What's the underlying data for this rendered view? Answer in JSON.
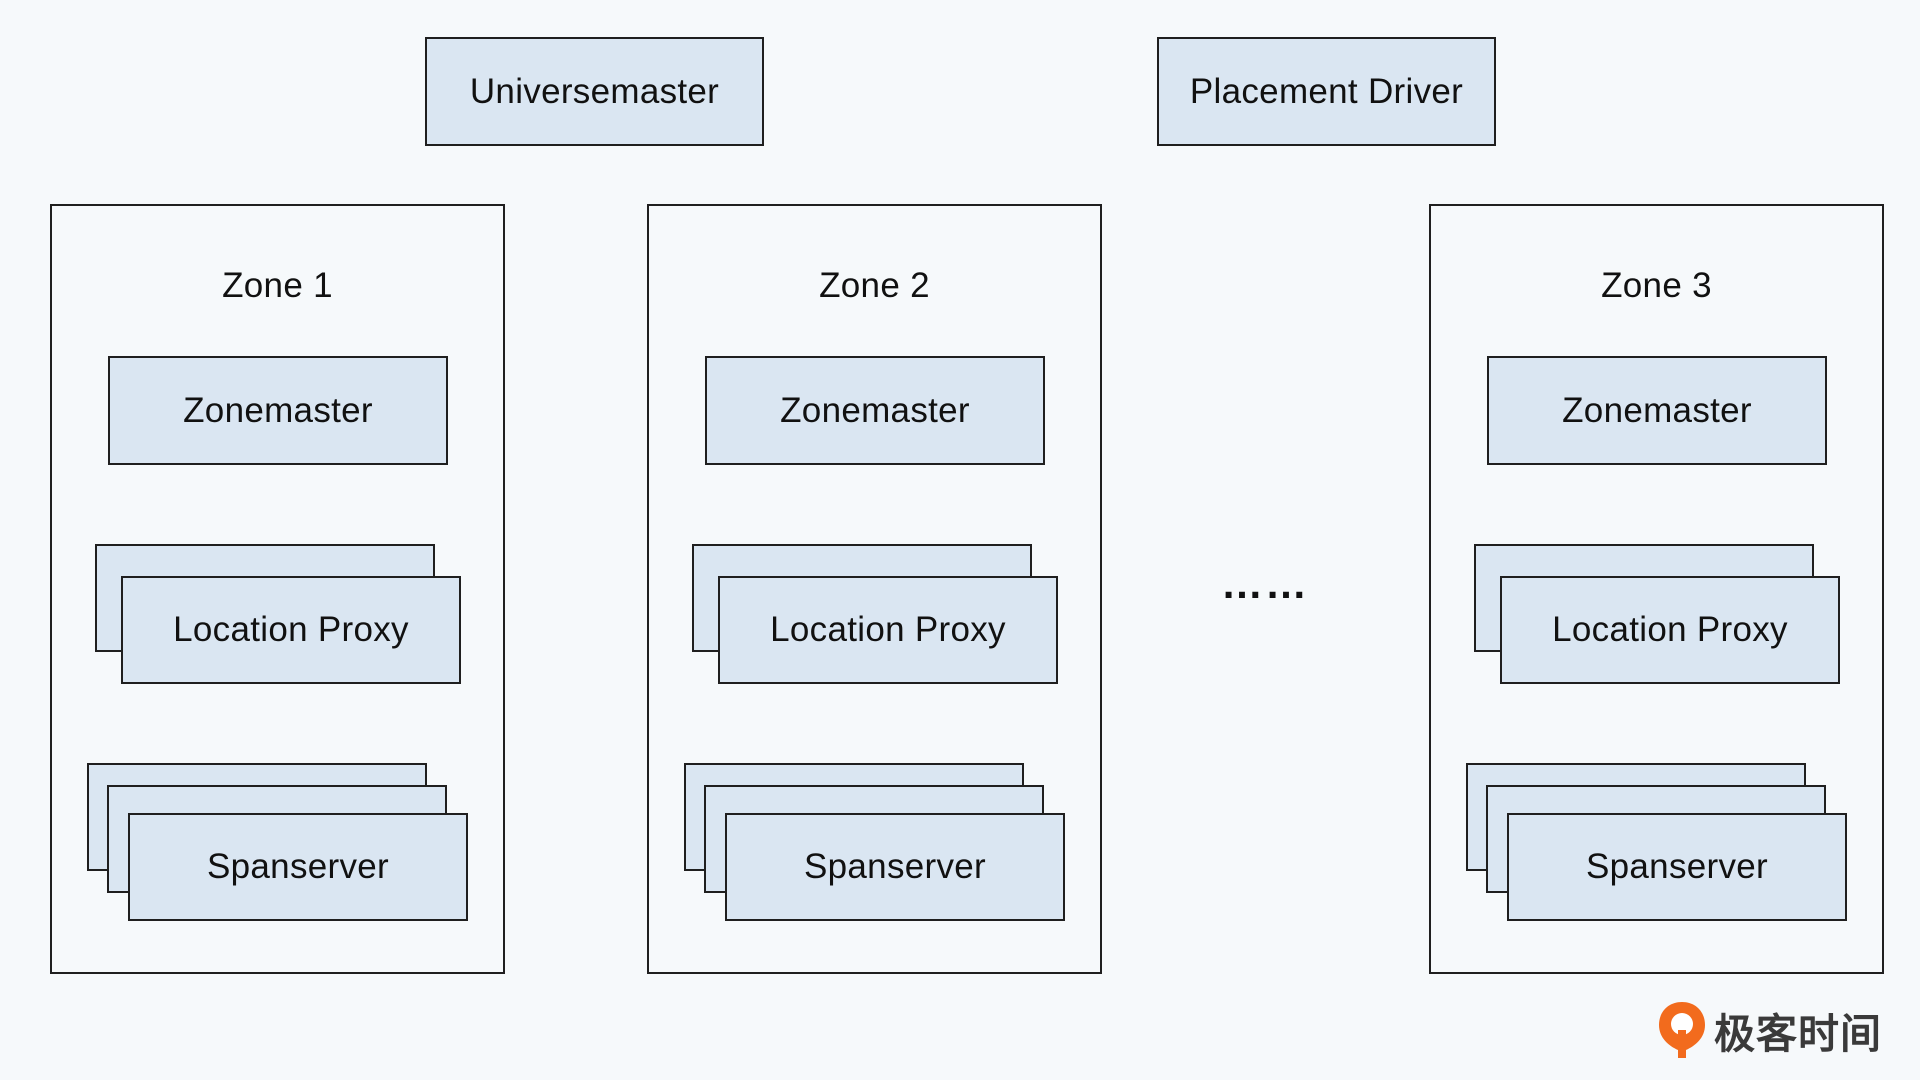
{
  "top_nodes": {
    "universemaster": "Universemaster",
    "placement_driver": "Placement Driver"
  },
  "zones": [
    {
      "title": "Zone 1",
      "zonemaster": "Zonemaster",
      "location_proxy": "Location Proxy",
      "spanserver": "Spanserver"
    },
    {
      "title": "Zone 2",
      "zonemaster": "Zonemaster",
      "location_proxy": "Location Proxy",
      "spanserver": "Spanserver"
    },
    {
      "title": "Zone 3",
      "zonemaster": "Zonemaster",
      "location_proxy": "Location Proxy",
      "spanserver": "Spanserver"
    }
  ],
  "ellipsis": "……",
  "logo": {
    "text": "极客时间",
    "icon": "geektime-logo-icon"
  },
  "colors": {
    "background": "#f6f9fb",
    "box_fill": "#dae6f2",
    "border": "#1f1f1f",
    "logo_orange": "#f26b1d"
  }
}
